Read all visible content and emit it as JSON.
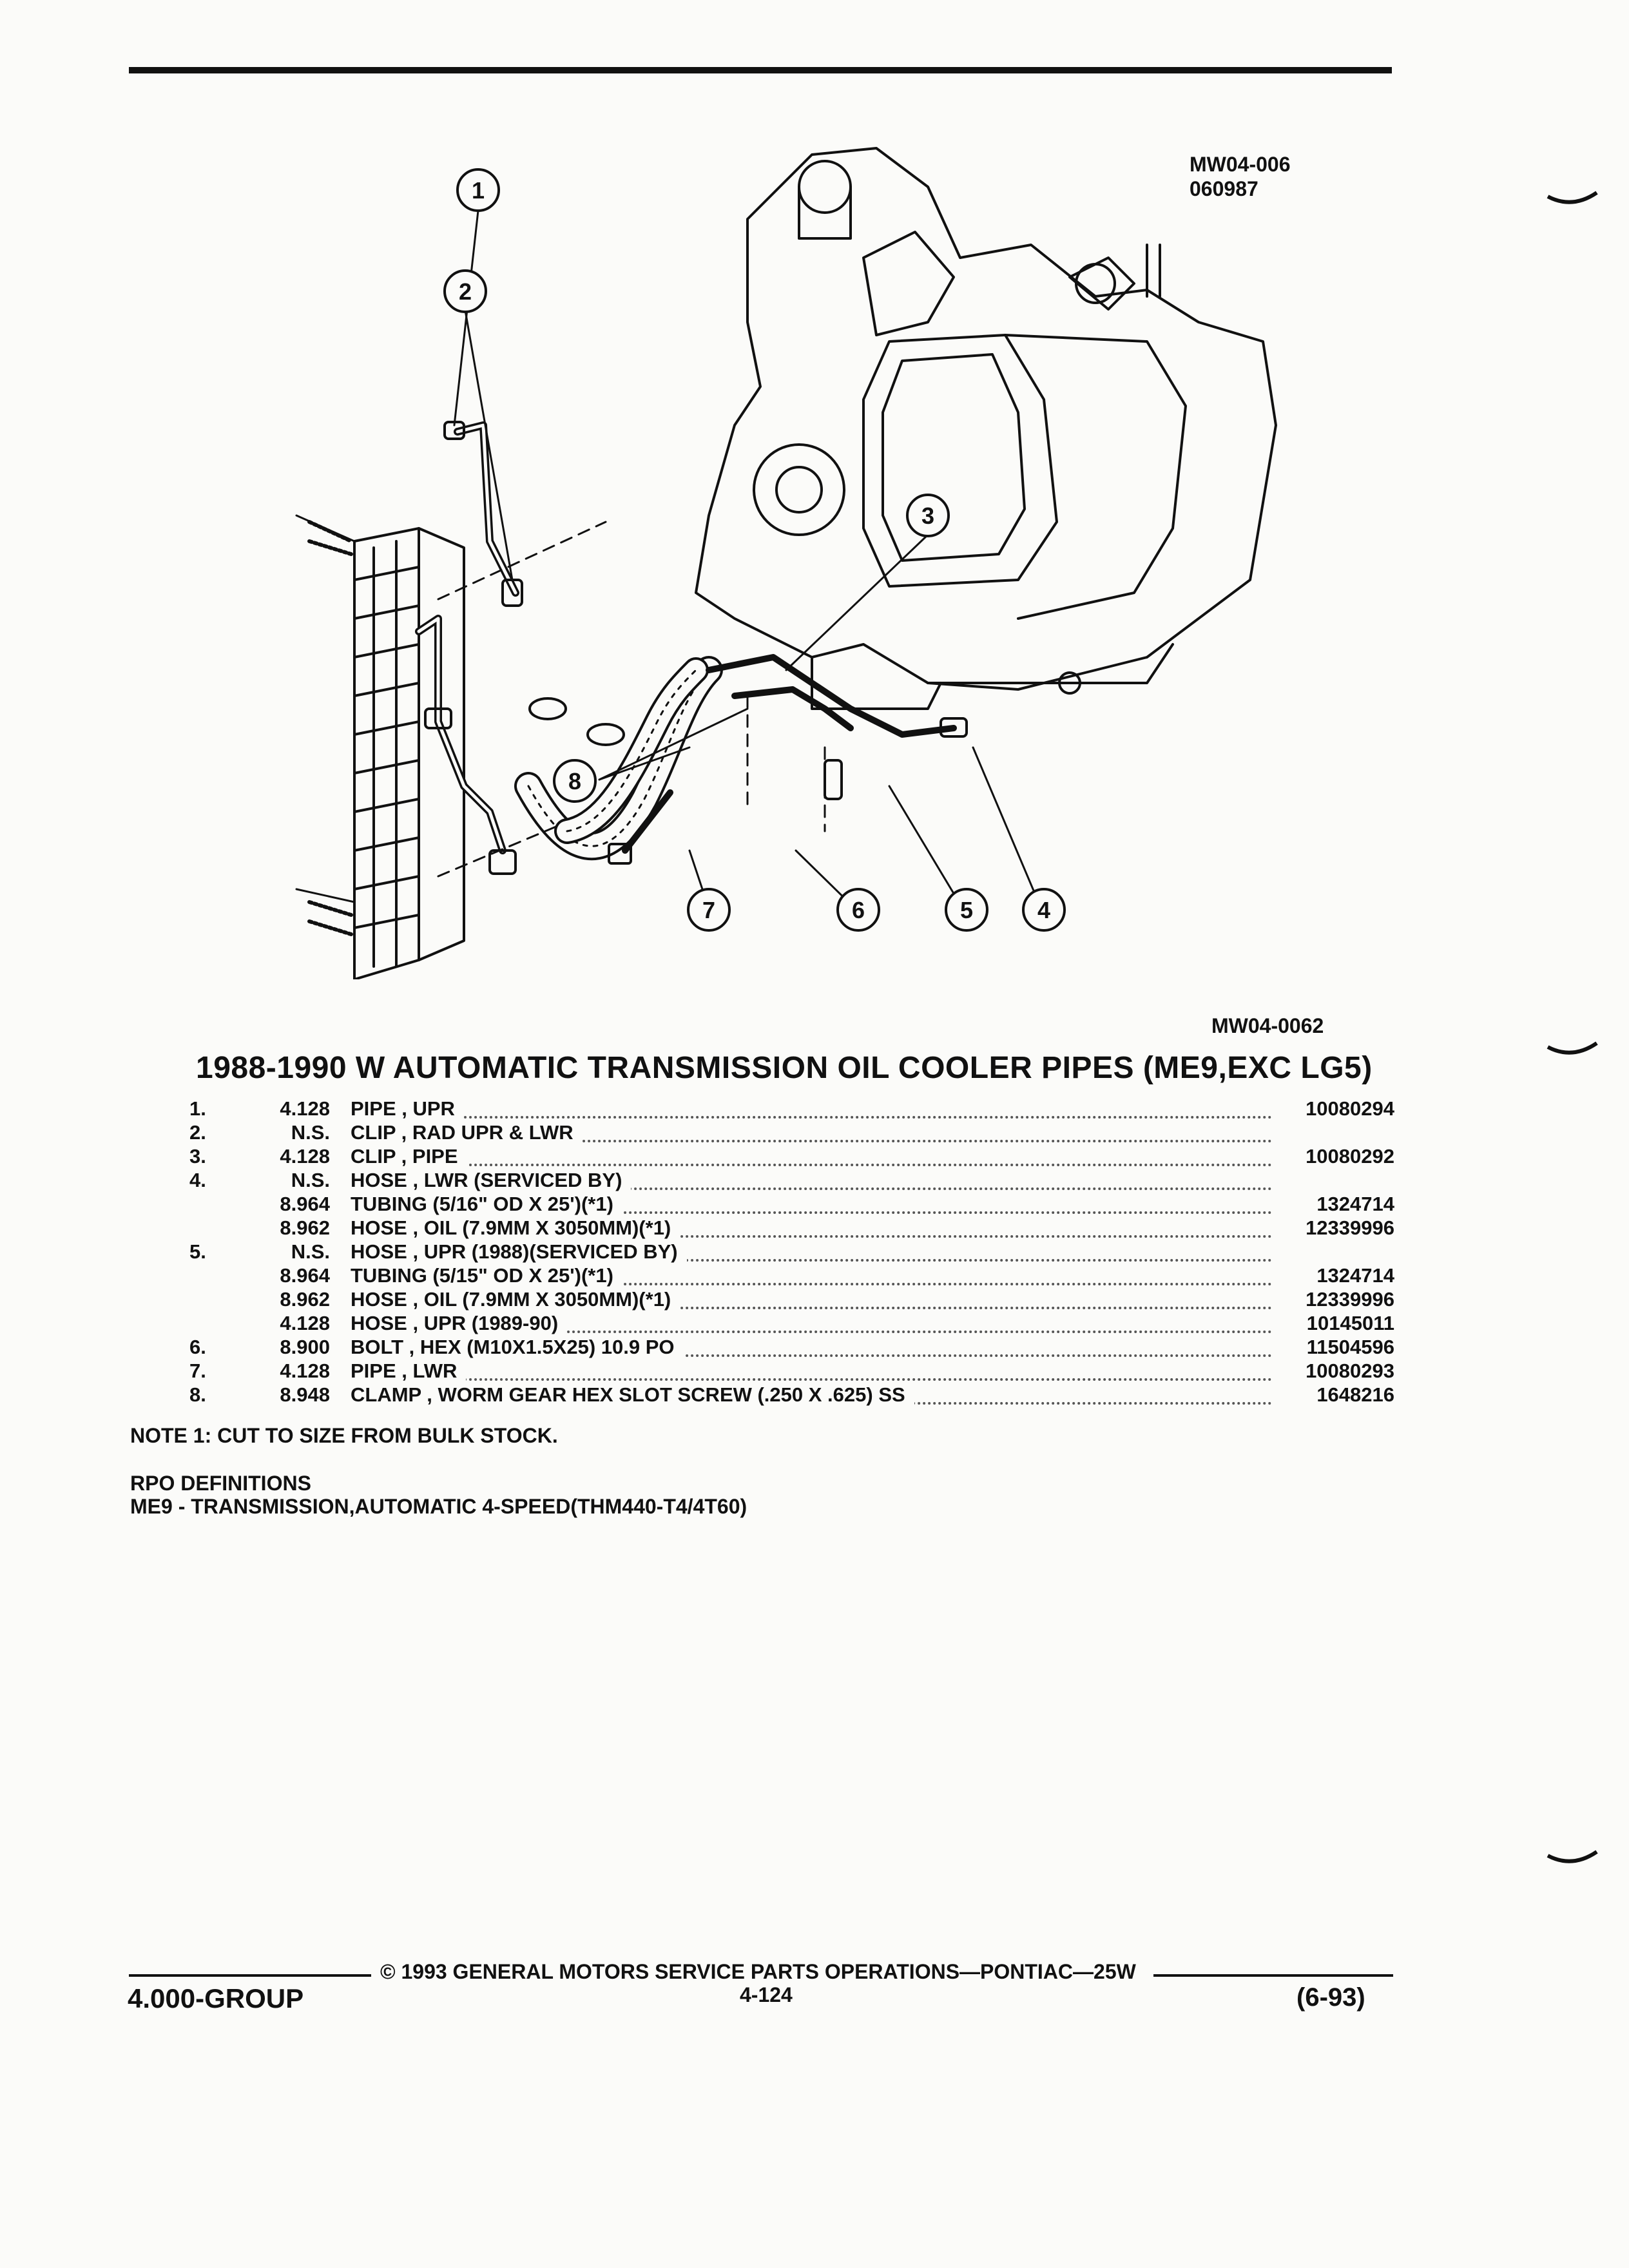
{
  "figure": {
    "ids": [
      "MW04-006",
      "060987"
    ],
    "ref": "MW04-0062",
    "callouts": [
      "1",
      "2",
      "3",
      "4",
      "5",
      "6",
      "7",
      "8"
    ]
  },
  "title": "1988-1990 W AUTOMATIC TRANSMISSION OIL COOLER PIPES (ME9,EXC LG5)",
  "parts": [
    {
      "no": "1.",
      "group": "4.128",
      "desc": "PIPE , UPR",
      "pn": "10080294"
    },
    {
      "no": "2.",
      "group": "N.S.",
      "desc": "CLIP , RAD UPR & LWR",
      "pn": ""
    },
    {
      "no": "3.",
      "group": "4.128",
      "desc": "CLIP , PIPE",
      "pn": "10080292"
    },
    {
      "no": "4.",
      "group": "N.S.",
      "desc": "HOSE , LWR (SERVICED BY)",
      "pn": ""
    },
    {
      "no": "",
      "group": "8.964",
      "desc": "TUBING (5/16\" OD X 25')(*1)",
      "pn": "1324714"
    },
    {
      "no": "",
      "group": "8.962",
      "desc": "HOSE , OIL (7.9MM X 3050MM)(*1)",
      "pn": "12339996"
    },
    {
      "no": "5.",
      "group": "N.S.",
      "desc": "HOSE , UPR (1988)(SERVICED BY)",
      "pn": ""
    },
    {
      "no": "",
      "group": "8.964",
      "desc": "TUBING (5/15\" OD X 25')(*1)",
      "pn": "1324714"
    },
    {
      "no": "",
      "group": "8.962",
      "desc": "HOSE , OIL (7.9MM X 3050MM)(*1)",
      "pn": "12339996"
    },
    {
      "no": "",
      "group": "4.128",
      "desc": "HOSE , UPR (1989-90)",
      "pn": "10145011"
    },
    {
      "no": "6.",
      "group": "8.900",
      "desc": "BOLT , HEX (M10X1.5X25) 10.9 PO",
      "pn": "11504596"
    },
    {
      "no": "7.",
      "group": "4.128",
      "desc": "PIPE , LWR",
      "pn": "10080293"
    },
    {
      "no": "8.",
      "group": "8.948",
      "desc": "CLAMP , WORM GEAR HEX SLOT SCREW (.250 X .625) SS",
      "pn": "1648216"
    }
  ],
  "note": "NOTE  1:  CUT TO SIZE FROM BULK STOCK.",
  "rpo": {
    "heading": "RPO DEFINITIONS",
    "definition": "ME9 - TRANSMISSION,AUTOMATIC 4-SPEED(THM440-T4/4T60)"
  },
  "footer": {
    "copyright": "©  1993  GENERAL MOTORS SERVICE PARTS OPERATIONS—PONTIAC—25W",
    "group": "4.000-GROUP",
    "page": "4-124",
    "date": "(6-93)"
  }
}
